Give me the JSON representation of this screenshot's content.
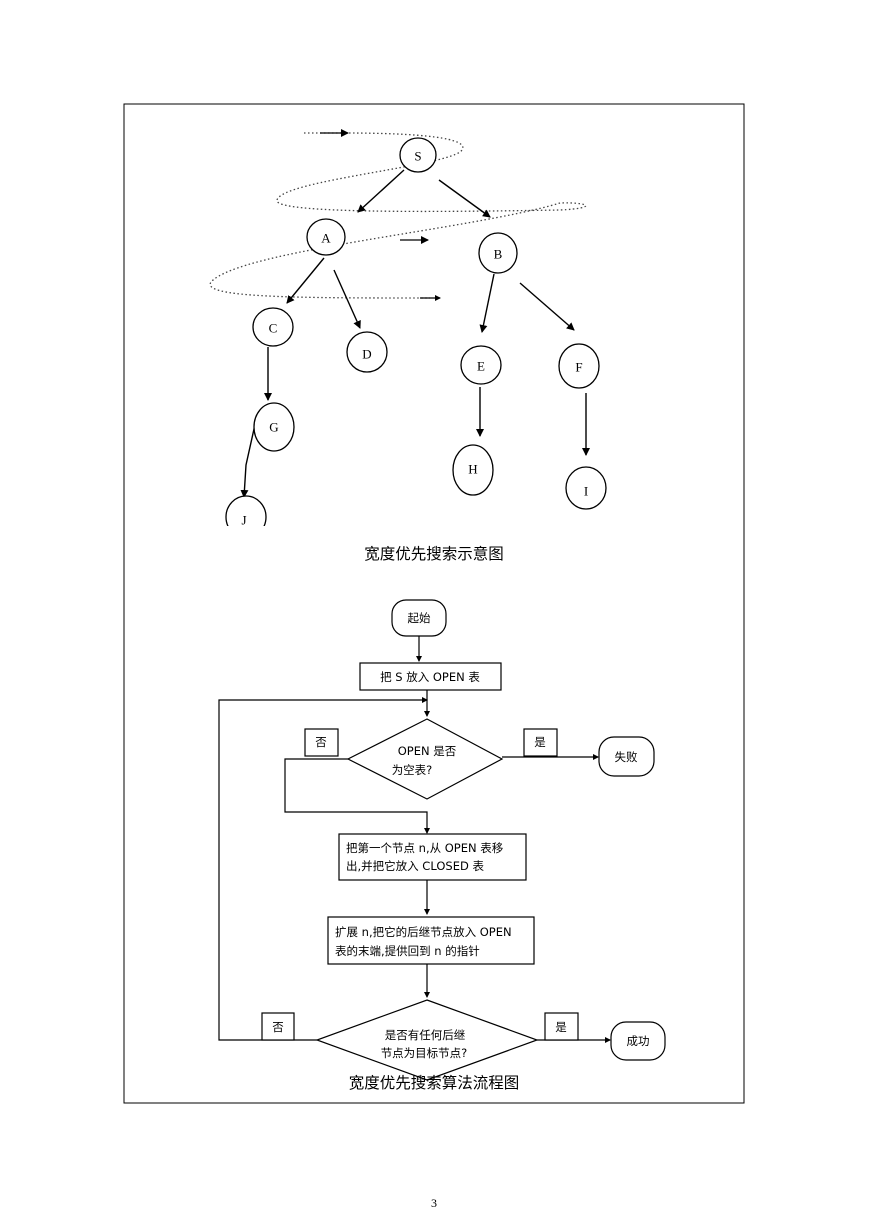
{
  "tree": {
    "nodes": {
      "S": "S",
      "A": "A",
      "B": "B",
      "C": "C",
      "D": "D",
      "E": "E",
      "F": "F",
      "G": "G",
      "H": "H",
      "I": "I",
      "J": "J"
    },
    "caption": "宽度优先搜索示意图"
  },
  "flowchart": {
    "start": "起始",
    "step_put_s": "把 S 放入 OPEN 表",
    "decision_empty": {
      "line1": "OPEN  是否",
      "line2": "为空表?"
    },
    "no_label_1": "否",
    "yes_label_1": "是",
    "fail": "失败",
    "step_move": {
      "line1": "把第一个节点 n,从 OPEN 表移",
      "line2": "出,并把它放入 CLOSED 表"
    },
    "step_expand": {
      "line1": "扩展 n,把它的后继节点放入 OPEN",
      "line2": "表的末端,提供回到 n 的指针"
    },
    "decision_goal": {
      "line1": "是否有任何后继",
      "line2": "节点为目标节点?"
    },
    "no_label_2": "否",
    "yes_label_2": "是",
    "success": "成功",
    "caption": "宽度优先搜索算法流程图"
  },
  "page_number": "3"
}
